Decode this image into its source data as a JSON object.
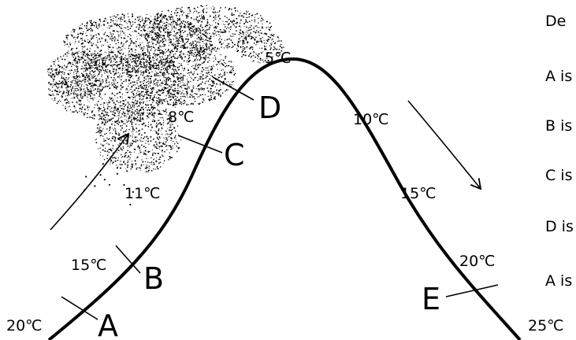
{
  "diagram": {
    "temperatures": {
      "t_a_base": "20℃",
      "t_b": "15℃",
      "t_windward_mid": "11℃",
      "t_c": "8℃",
      "t_summit": "5℃",
      "t_leeward_upper": "10℃",
      "t_leeward_mid": "15℃",
      "t_e_level": "20℃",
      "t_leeward_base": "25℃"
    },
    "points": {
      "a": "A",
      "b": "B",
      "c": "C",
      "d": "D",
      "e": "E"
    },
    "side_text": [
      "De",
      "A is",
      "B is",
      "C is",
      "D is",
      "A is"
    ]
  }
}
